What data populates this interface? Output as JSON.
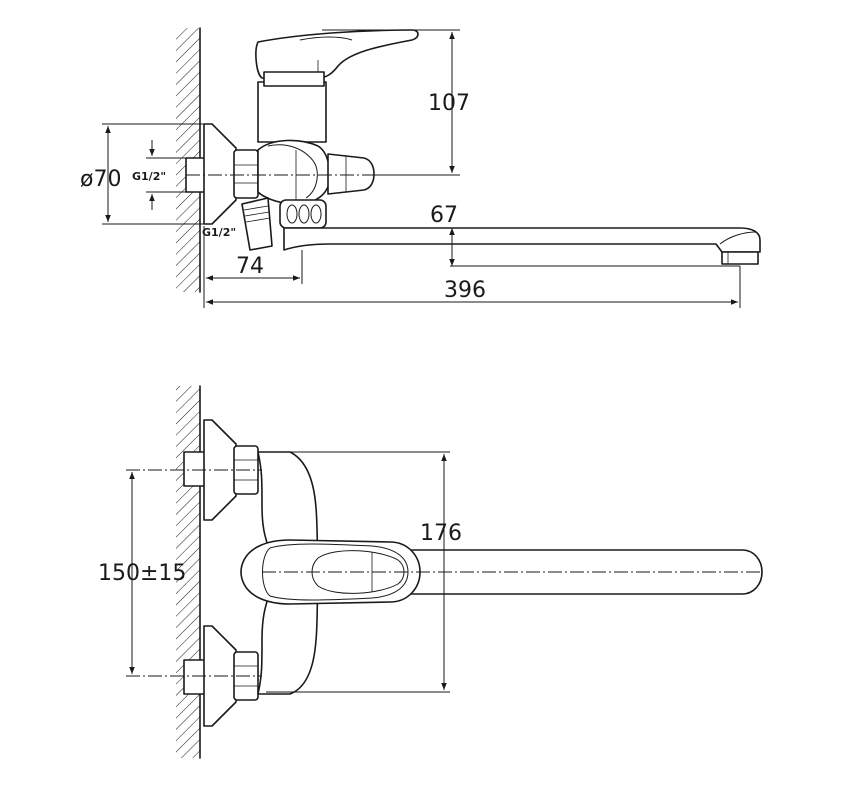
{
  "side_view": {
    "dim_height_top": "107",
    "dim_diameter": "ø70",
    "dim_thread_top": "G1/2\"",
    "dim_thread_bottom": "G1/2\"",
    "dim_spout_drop": "67",
    "dim_offset": "74",
    "dim_spout_length": "396"
  },
  "top_view": {
    "dim_height": "176",
    "dim_spacing": "150±15"
  }
}
